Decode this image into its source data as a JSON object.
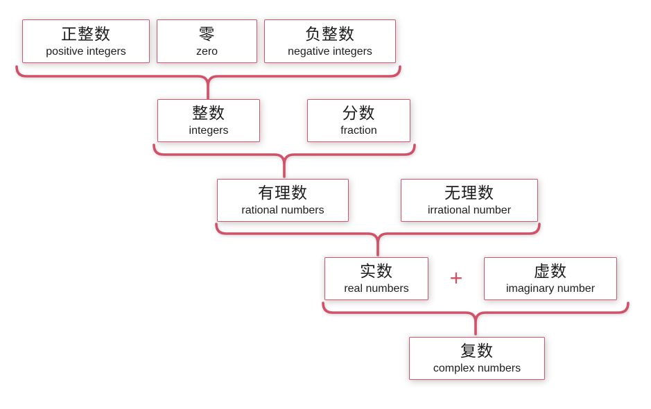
{
  "colors": {
    "accent": "#d25068",
    "box_border": "#d0566f",
    "text": "#1c1c1c"
  },
  "operator": {
    "plus": "+"
  },
  "nodes": {
    "positive_integers": {
      "zh": "正整数",
      "en": "positive integers"
    },
    "zero": {
      "zh": "零",
      "en": "zero"
    },
    "negative_integers": {
      "zh": "负整数",
      "en": "negative integers"
    },
    "integers": {
      "zh": "整数",
      "en": "integers"
    },
    "fraction": {
      "zh": "分数",
      "en": "fraction"
    },
    "rational": {
      "zh": "有理数",
      "en": "rational numbers"
    },
    "irrational": {
      "zh": "无理数",
      "en": "irrational number"
    },
    "real": {
      "zh": "实数",
      "en": "real numbers"
    },
    "imaginary": {
      "zh": "虚数",
      "en": "imaginary number"
    },
    "complex": {
      "zh": "复数",
      "en": "complex numbers"
    }
  }
}
